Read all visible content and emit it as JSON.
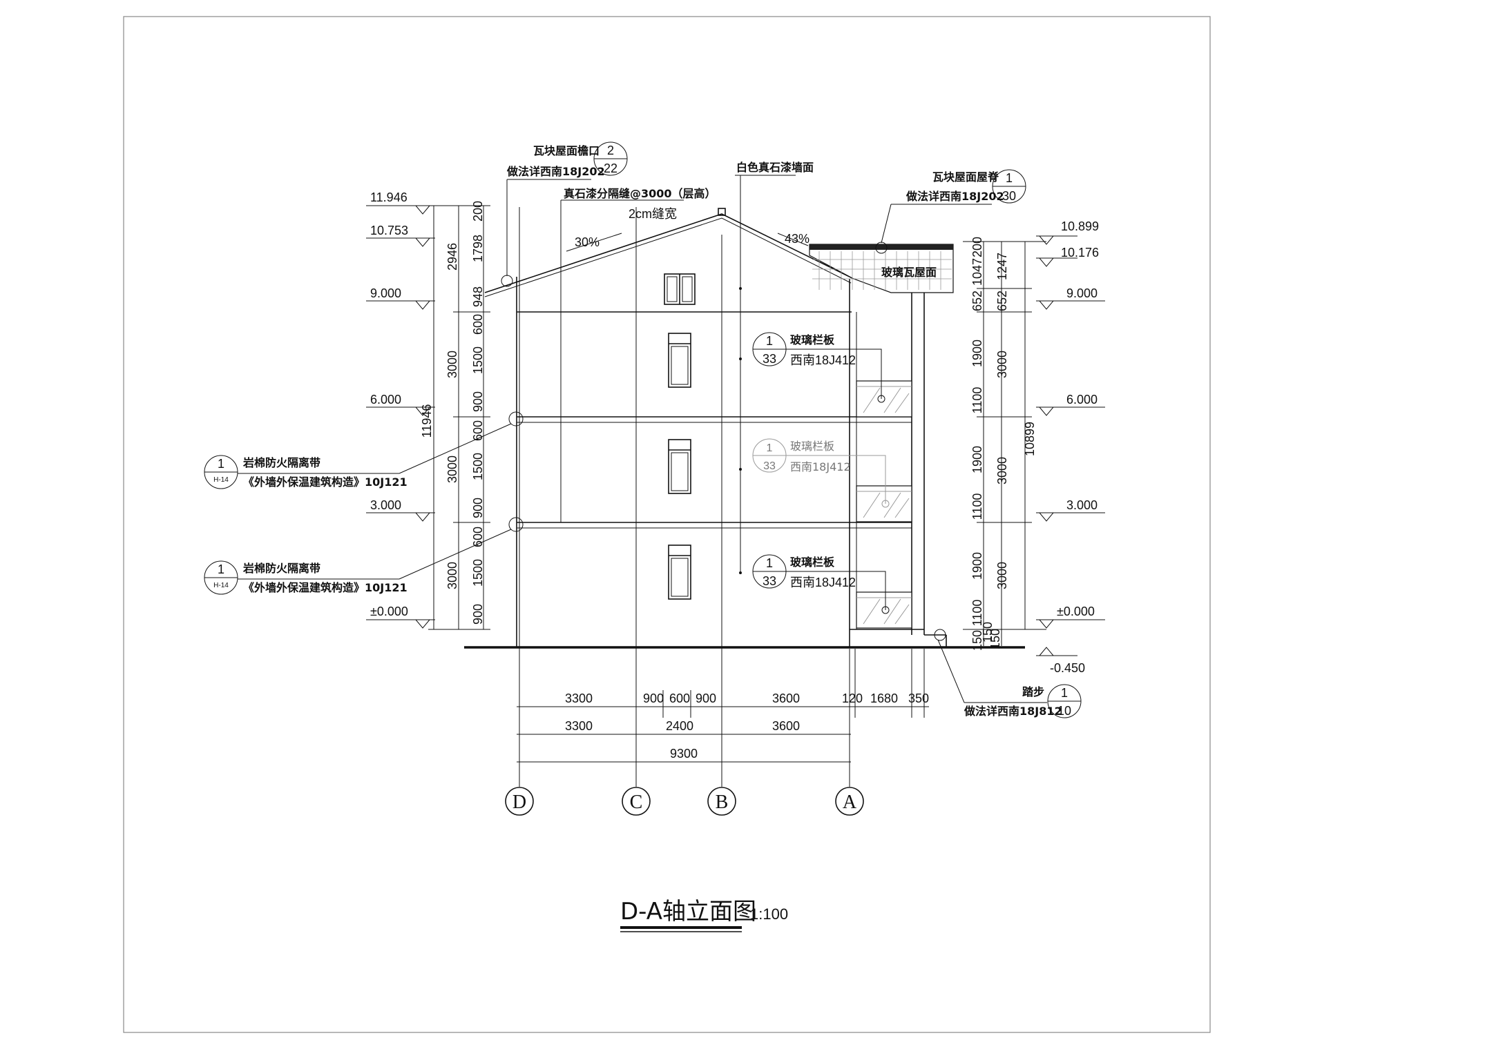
{
  "drawing": {
    "title": "D-A轴立面图",
    "scale": "1:100"
  },
  "levels_left": [
    "11.946",
    "10.753",
    "9.000",
    "6.000",
    "3.000",
    "±0.000"
  ],
  "levels_right": [
    "10.899",
    "10.176",
    "9.000",
    "6.000",
    "3.000",
    "±0.000",
    "-0.450"
  ],
  "dims_left_outer": [
    "2946",
    "3000",
    "3000",
    "3000"
  ],
  "dims_left_total": "11946",
  "dims_left_inner": [
    "200",
    "1798",
    "948",
    "600",
    "1500",
    "900",
    "600",
    "1500",
    "900",
    "600",
    "1500",
    "900"
  ],
  "dims_right_inner": [
    "200",
    "1047",
    "652",
    "1900",
    "1100",
    "1900",
    "1100",
    "1900",
    "1100",
    "150",
    "150",
    "150"
  ],
  "dims_right_outer": [
    "1247",
    "652",
    "3000",
    "3000",
    "3000"
  ],
  "dims_right_total": "10899",
  "dims_bottom_row1": [
    "3300",
    "900",
    "600",
    "900",
    "3600",
    "120",
    "1680",
    "350"
  ],
  "dims_bottom_row2": [
    "3300",
    "2400",
    "3600"
  ],
  "dims_bottom_total": "9300",
  "axes": [
    "D",
    "C",
    "B",
    "A"
  ],
  "slopes": [
    "30%",
    "43%"
  ],
  "callouts": {
    "eave": {
      "line1": "瓦块屋面檐口",
      "line2": "做法详西南18J202",
      "num": "2",
      "sheet": "22"
    },
    "joint": {
      "line1": "真石漆分隔缝@3000（层高）",
      "line2": "2cm缝宽"
    },
    "wall": {
      "line1": "白色真石漆墙面"
    },
    "ridge": {
      "line1": "瓦块屋面屋脊",
      "line2": "做法详西南18J202",
      "num": "1",
      "sheet": "30"
    },
    "glass_roof": {
      "line1": "玻璃瓦屋面"
    },
    "rail_top": {
      "line1": "玻璃栏板",
      "line2": "西南18J412",
      "num": "1",
      "sheet": "33"
    },
    "rail_mid": {
      "line1": "玻璃栏板",
      "line2": "西南18J412",
      "num": "1",
      "sheet": "33"
    },
    "rail_bot": {
      "line1": "玻璃栏板",
      "line2": "西南18J412",
      "num": "1",
      "sheet": "33"
    },
    "fire_top": {
      "line1": "岩棉防火隔离带",
      "line2": "《外墙外保温建筑构造》10J121",
      "num": "1",
      "sheet": "H-14"
    },
    "fire_bot": {
      "line1": "岩棉防火隔离带",
      "line2": "《外墙外保温建筑构造》10J121",
      "num": "1",
      "sheet": "H-14"
    },
    "step": {
      "line1": "踏步",
      "line2": "做法详西南18J812",
      "num": "1",
      "sheet": "10"
    }
  }
}
